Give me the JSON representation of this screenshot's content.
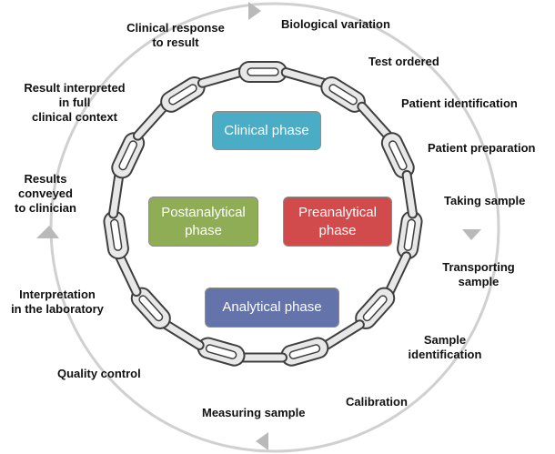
{
  "phases": {
    "clinical": "Clinical phase",
    "postanalytical": "Postanalytical\nphase",
    "preanalytical": "Preanalytical\nphase",
    "analytical": "Analytical phase"
  },
  "steps": {
    "clinical_response": "Clinical response\nto result",
    "biological_variation": "Biological variation",
    "test_ordered": "Test ordered",
    "patient_identification": "Patient identification",
    "patient_preparation": "Patient preparation",
    "taking_sample": "Taking sample",
    "transporting_sample": "Transporting\nsample",
    "sample_identification": "Sample\nidentification",
    "calibration": "Calibration",
    "measuring_sample": "Measuring sample",
    "quality_control": "Quality control",
    "interpretation_lab": "Interpretation\nin the laboratory",
    "results_conveyed": "Results\nconveyed\nto clinician",
    "result_interpreted": "Result interpreted\nin full\nclinical context"
  },
  "colors": {
    "clinical": "#4aacc5",
    "postanalytical": "#8fad55",
    "preanalytical": "#d24b4c",
    "analytical": "#6473aa",
    "cycle_ring": "#cfcfcf",
    "arrow": "#b9b9b9",
    "chain_fill": "#e8e8e8",
    "chain_stroke": "#3f3f3f"
  },
  "cycle_arrows": [
    "arrow-right",
    "arrow-down",
    "arrow-left",
    "arrow-up"
  ]
}
